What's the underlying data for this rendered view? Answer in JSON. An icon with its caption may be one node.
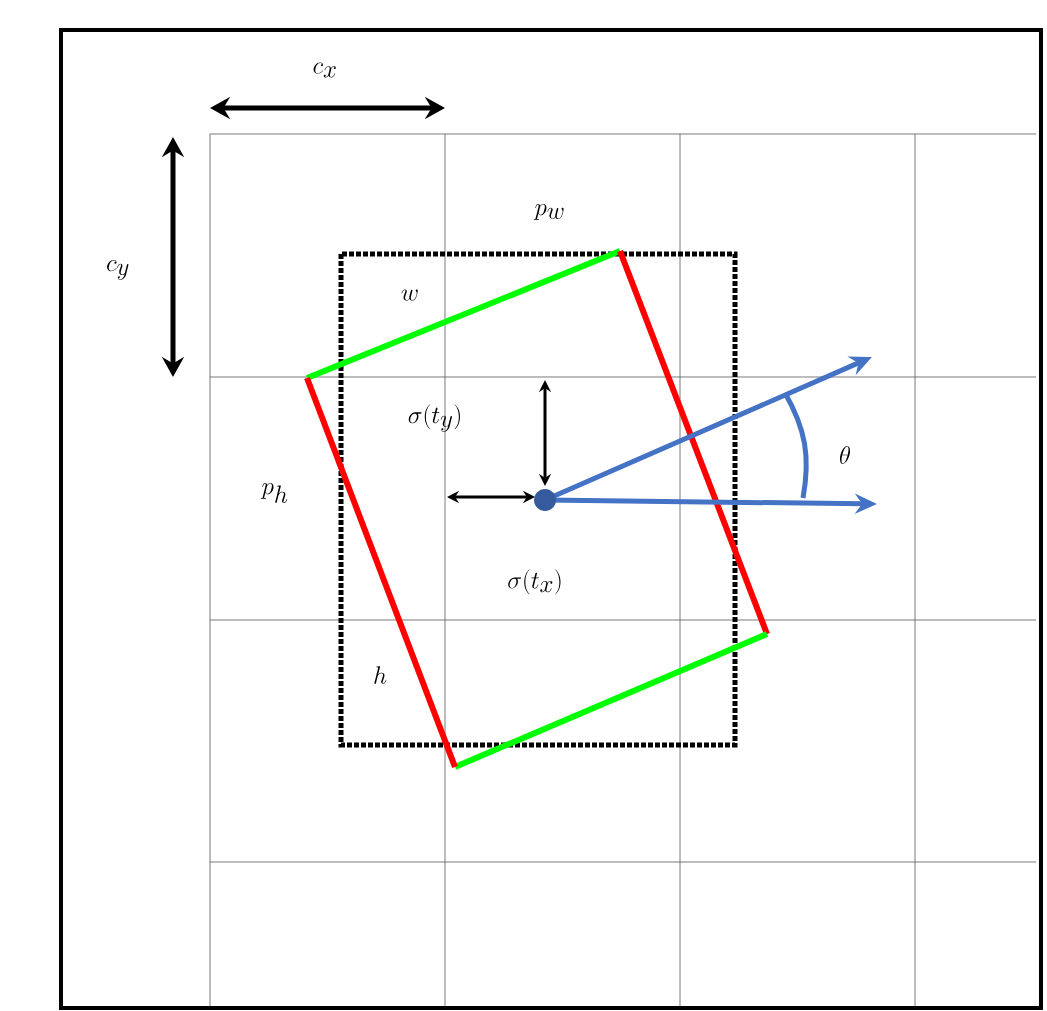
{
  "diagram": {
    "labels": [
      "c_x",
      "c_y",
      "p_w",
      "w",
      "\\sigma(t_y)",
      "\\theta",
      "p_h",
      "\\sigma(t_x)",
      "h"
    ]
  }
}
